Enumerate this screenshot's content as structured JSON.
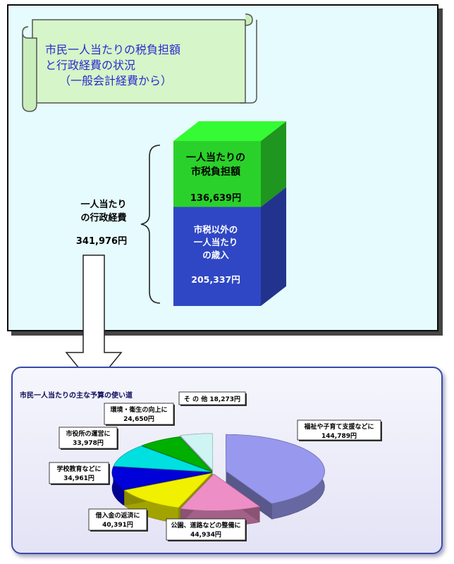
{
  "scroll": {
    "line1": "市民一人当たりの税負担額",
    "line2": "と行政経費の状況",
    "line3": "（一般会計経費から）"
  },
  "admin_cost": {
    "label_line1": "一人当たり",
    "label_line2": "の行政経費",
    "value": "341,976円"
  },
  "stack": {
    "top_line1": "一人当たりの",
    "top_line2": "市税負担額",
    "top_value": "136,639円",
    "bottom_line1": "市税以外の",
    "bottom_line2": "一人当たり",
    "bottom_line3": "の歳入",
    "bottom_value": "205,337円"
  },
  "pie_caption": "市民一人当たりの主な予算の使い道",
  "colors": {
    "panel_bg": "#e6fbfd",
    "scroll_bg": "#d6f5c8",
    "scroll_text": "#2c2ad0",
    "stack_top": "#2bd12b",
    "stack_bottom": "#2f47c4"
  },
  "chart_data": [
    {
      "type": "bar",
      "title": "",
      "categories": [
        "一人当たりの行政経費"
      ],
      "series": [
        {
          "name": "一人当たりの市税負担額",
          "values": [
            136639
          ],
          "color": "#2bd12b"
        },
        {
          "name": "市税以外の一人当たりの歳入",
          "values": [
            205337
          ],
          "color": "#2f47c4"
        }
      ],
      "total": 341976,
      "unit": "円"
    },
    {
      "type": "pie",
      "title": "市民一人当たりの主な予算の使い道",
      "slices": [
        {
          "label_line1": "福祉や子育て支援などに",
          "label_line2": "144,789円",
          "value": 144789,
          "color": "#9898ee"
        },
        {
          "label_line1": "公園、道路などの整備に",
          "label_line2": "44,934円",
          "value": 44934,
          "color": "#ee8ec6"
        },
        {
          "label_line1": "借入金の返済に",
          "label_line2": "40,391円",
          "value": 40391,
          "color": "#f0f000"
        },
        {
          "label_line1": "学校教育などに",
          "label_line2": "34,961円",
          "value": 34961,
          "color": "#0000d8"
        },
        {
          "label_line1": "市役所の運営に",
          "label_line2": "33,978円",
          "value": 33978,
          "color": "#00e0e0"
        },
        {
          "label_line1": "環境・衛生の向上に",
          "label_line2": "24,650円",
          "value": 24650,
          "color": "#00b000"
        },
        {
          "label_line1": "そ の 他",
          "label_line2": "18,273円",
          "value": 18273,
          "color": "#cff4f4"
        }
      ]
    }
  ]
}
